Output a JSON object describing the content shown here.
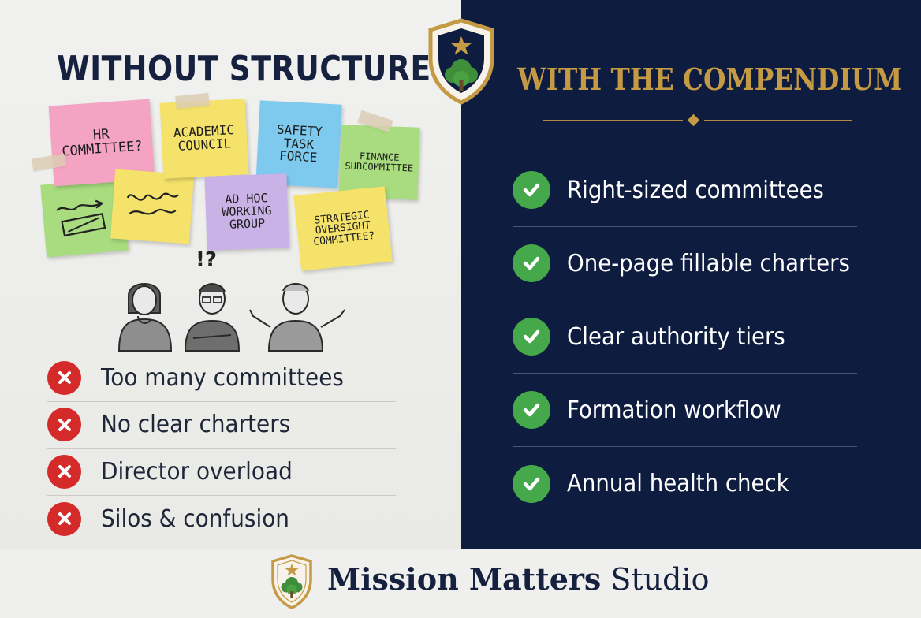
{
  "left": {
    "title": "WITHOUT STRUCTURE",
    "sticky_notes": [
      {
        "text": "HR\nCOMMITTEE?",
        "color": "#f4a3c3"
      },
      {
        "text": "ACADEMIC\nCOUNCIL",
        "color": "#f5e26a"
      },
      {
        "text": "SAFETY\nTASK\nFORCE",
        "color": "#7ec9ee"
      },
      {
        "text": "FINANCE\nSUBCOMMITTEE",
        "color": "#a8dc7e"
      },
      {
        "text": "",
        "color": "#a8dc7e"
      },
      {
        "text": "",
        "color": "#f5e26a"
      },
      {
        "text": "AD HOC\nWORKING\nGROUP",
        "color": "#c9b3e6"
      },
      {
        "text": "STRATEGIC\nOVERSIGHT\nCOMMITTEE?",
        "color": "#f5e26a"
      }
    ],
    "confusion_mark": "!?",
    "items": [
      {
        "label": "Too many committees",
        "icon": "x-icon"
      },
      {
        "label": "No clear charters",
        "icon": "x-icon"
      },
      {
        "label": "Director overload",
        "icon": "x-icon"
      },
      {
        "label": "Silos & confusion",
        "icon": "x-icon"
      }
    ]
  },
  "right": {
    "title": "WITH THE COMPENDIUM",
    "items": [
      {
        "label": "Right-sized committees",
        "icon": "check-icon"
      },
      {
        "label": "One-page fillable charters",
        "icon": "check-icon"
      },
      {
        "label": "Clear authority tiers",
        "icon": "check-icon"
      },
      {
        "label": "Formation workflow",
        "icon": "check-icon"
      },
      {
        "label": "Annual health check",
        "icon": "check-icon"
      }
    ]
  },
  "footer": {
    "brand_bold": "Mission Matters",
    "brand_light": "Studio"
  },
  "colors": {
    "navy": "#0e1c3f",
    "gold": "#c59a45",
    "red": "#d42a2a",
    "green": "#45a84a",
    "tree_green": "#3f8f3a"
  }
}
